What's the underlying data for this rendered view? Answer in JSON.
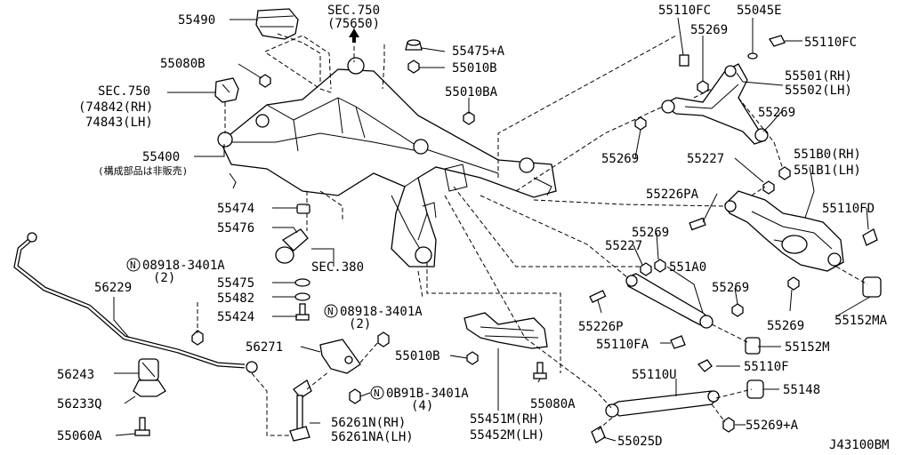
{
  "diagram_id": "J43100BM",
  "sections": {
    "sec750_top": "SEC.750",
    "sec750_top_sub": "(75650)",
    "sec750_left": "SEC.750",
    "sec380": "SEC.380"
  },
  "notes": {
    "not_sold": "(構成部品は非販売)"
  },
  "labels": {
    "p55490": "55490",
    "p55080B": "55080B",
    "p74842": "(74842(RH)",
    "p74843": "74843(LH)",
    "p55400": "55400",
    "p55475A": "55475+A",
    "p55010B_top": "55010B",
    "p55010BA": "55010BA",
    "p55474": "55474",
    "p55476": "55476",
    "p08918_a": "08918-3401A",
    "p08918_a_qty": "(2)",
    "p56229": "56229",
    "p55475": "55475",
    "p55482": "55482",
    "p55424": "55424",
    "p08918_b": "08918-3401A",
    "p08918_b_qty": "(2)",
    "p56271": "56271",
    "p55010B_mid": "55010B",
    "p56243": "56243",
    "p56233Q": "56233Q",
    "p55060A": "55060A",
    "p0B918": "0B91B-3401A",
    "p0B918_qty": "(4)",
    "p56261N": "56261N(RH)",
    "p56261NA": "56261NA(LH)",
    "p55451M": "55451M(RH)",
    "p55452M": "55452M(LH)",
    "p55080A": "55080A",
    "p55110FC_a": "55110FC",
    "p55045E": "55045E",
    "p55269_a": "55269",
    "p55110FC_b": "55110FC",
    "p55501": "55501(RH)",
    "p55502": "55502(LH)",
    "p55269_b": "55269",
    "p55269_c": "55269",
    "p55227_a": "55227",
    "p551B0": "551B0(RH)",
    "p551B1": "551B1(LH)",
    "p55226PA": "55226PA",
    "p55110FD": "55110FD",
    "p55269_d": "55269",
    "p55227_b": "55227",
    "p551A0": "551A0",
    "p55269_e": "55269",
    "p55226P": "55226P",
    "p55269_f": "55269",
    "p55152MA": "55152MA",
    "p55110FA": "55110FA",
    "p55152M": "55152M",
    "p55110U": "55110U",
    "p55110F": "55110F",
    "p55148": "55148",
    "p55269A": "55269+A",
    "p55025D": "55025D",
    "circle_n": "N"
  }
}
